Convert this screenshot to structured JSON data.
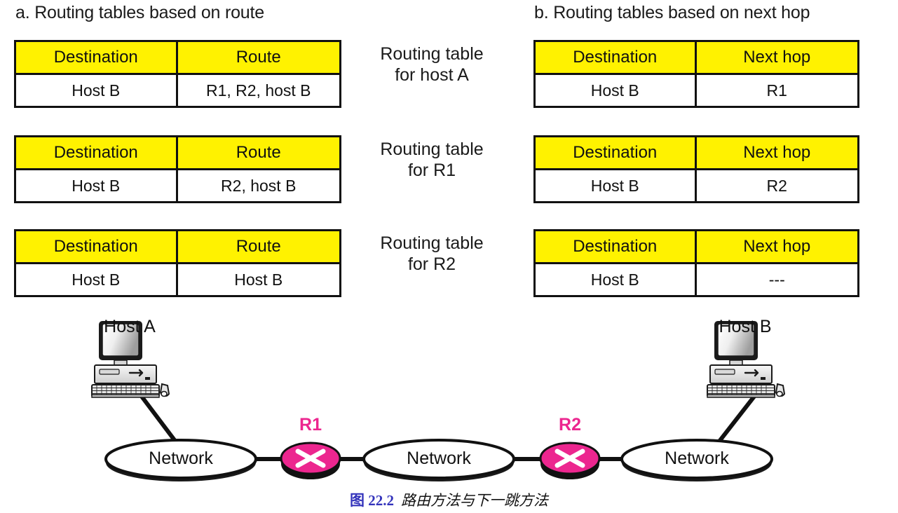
{
  "figure": {
    "sections": [
      {
        "id": "a",
        "title": "a. Routing tables based on route"
      },
      {
        "id": "b",
        "title": "b. Routing tables based on next hop"
      }
    ],
    "middle_labels": [
      {
        "line1": "Routing table",
        "line2": "for host A"
      },
      {
        "line1": "Routing table",
        "line2": "for R1"
      },
      {
        "line1": "Routing table",
        "line2": "for R2"
      }
    ],
    "route_tables": [
      {
        "owner": "host A",
        "headers": [
          "Destination",
          "Route"
        ],
        "rows": [
          [
            "Host B",
            "R1, R2, host B"
          ]
        ]
      },
      {
        "owner": "R1",
        "headers": [
          "Destination",
          "Route"
        ],
        "rows": [
          [
            "Host B",
            "R2, host B"
          ]
        ]
      },
      {
        "owner": "R2",
        "headers": [
          "Destination",
          "Route"
        ],
        "rows": [
          [
            "Host B",
            "Host B"
          ]
        ]
      }
    ],
    "nexthop_tables": [
      {
        "owner": "host A",
        "headers": [
          "Destination",
          "Next hop"
        ],
        "rows": [
          [
            "Host B",
            "R1"
          ]
        ]
      },
      {
        "owner": "R1",
        "headers": [
          "Destination",
          "Next hop"
        ],
        "rows": [
          [
            "Host B",
            "R2"
          ]
        ]
      },
      {
        "owner": "R2",
        "headers": [
          "Destination",
          "Next hop"
        ],
        "rows": [
          [
            "Host B",
            "---"
          ]
        ]
      }
    ],
    "network_diagram": {
      "hosts": [
        {
          "label": "Host A"
        },
        {
          "label": "Host B"
        }
      ],
      "routers": [
        {
          "label": "R1"
        },
        {
          "label": "R2"
        }
      ],
      "networks": [
        {
          "label": "Network"
        },
        {
          "label": "Network"
        },
        {
          "label": "Network"
        }
      ]
    },
    "caption": {
      "number": "图 22.2",
      "text": "路由方法与下一跳方法"
    },
    "colors": {
      "table_header": "#FFF200",
      "router": "#EC268F",
      "caption_number": "#3333BB",
      "border": "#111111"
    }
  }
}
